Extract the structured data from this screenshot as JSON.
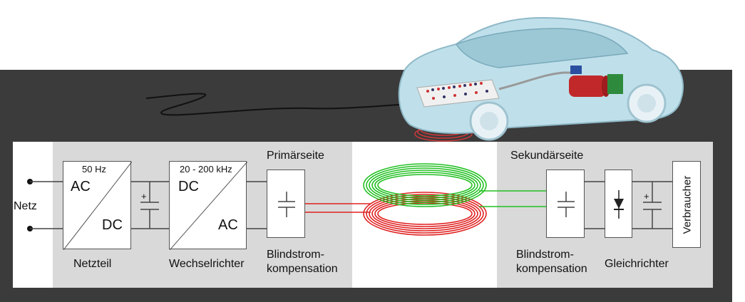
{
  "left_input": {
    "label": "Netz"
  },
  "netzteil": {
    "freq": "50 Hz",
    "in": "AC",
    "out": "DC",
    "caption": "Netzteil"
  },
  "wechselrichter": {
    "freq": "20 - 200 kHz",
    "in": "DC",
    "out": "AC",
    "caption": "Wechselrichter"
  },
  "primary": {
    "heading": "Primärseite",
    "caption": "Blindstrom-\nkompensation"
  },
  "secondary": {
    "heading": "Sekundärseite",
    "comp_caption": "Blindstrom-\nkompensation",
    "rectifier_caption": "Gleichrichter",
    "load_label": "Verbraucher"
  },
  "capacitor_plus": "+",
  "colors": {
    "dark_band": "#3b3b3b",
    "grey_block": "#d9d9d9",
    "primary_coil": "#e02020",
    "secondary_coil": "#22c022",
    "car_body": "#bfe0ea",
    "motor": "#c0282a",
    "gearbox": "#2e8b3e"
  }
}
